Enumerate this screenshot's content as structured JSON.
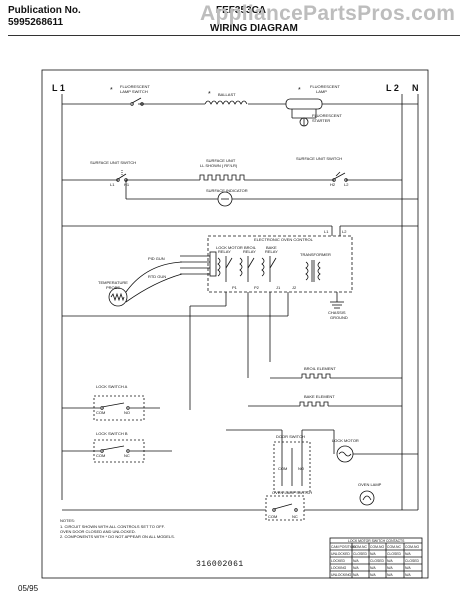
{
  "header": {
    "publication_label": "Publication No.",
    "publication_number": "5995268611",
    "model": "FEF353CA",
    "title": "WIRING DIAGRAM",
    "watermark": "AppliancePartsPros.com"
  },
  "lines": {
    "l1": "L 1",
    "l2": "L 2",
    "n": "N"
  },
  "labels": {
    "fluorescent_lamp_switch_1": "FLUORESCENT",
    "fluorescent_lamp_switch_2": "LAMP SWITCH",
    "ballast": "BALLAST",
    "fluorescent_lamp_1": "FLUORESCENT",
    "fluorescent_lamp_2": "LAMP",
    "fluorescent_starter_1": "FLUORESCENT",
    "fluorescent_starter_2": "STARTER",
    "surface_unit_switch_left": "SURFACE UNIT SWITCH",
    "surface_unit_center_1": "SURFACE UNIT",
    "surface_unit_center_2": "LL SHOWN  (  RF/LR)",
    "surface_unit_switch_right": "SURFACE UNIT SWITCH",
    "surface_indicator": "SURFACE INDICATOR",
    "electronic_oven_control": "ELECTRONIC OVEN CONTROL",
    "lock_motor_relay": "LOCK MOTOR",
    "broil_relay": "BROIL",
    "bake_relay": "BAKE",
    "relay_word": "RELAY",
    "transformer": "TRANSFORMER",
    "temperature_probe_1": "TEMPERATURE",
    "temperature_probe_2": "PROBE",
    "pid_gun": "PID GUN",
    "rtd_gun": "RTD GUN",
    "chassis_ground_1": "CHASSIS",
    "chassis_ground_2": "GROUND",
    "broil_element": "BROIL ELEMENT",
    "bake_element": "BAKE ELEMENT",
    "lock_switch_a": "LOCK SWITCH A",
    "lock_switch_b": "LOCK SWITCH B",
    "com": "COM",
    "nc": "NC",
    "no": "NO",
    "door_switch": "DOOR SWITCH",
    "lock_motor": "LOCK MOTOR",
    "oven_lamp": "OVEN LAMP",
    "oven_lamp_switch": "OVEN LAMP SWITCH",
    "terminal_l1": "L1",
    "terminal_h1": "H1",
    "terminal_l2": "L2",
    "terminal_h2": "H2",
    "pin_l1": "L1",
    "pin_l2": "L2",
    "pin_p1": "P1",
    "pin_p2": "P2",
    "pin_j1": "J1",
    "pin_j2": "J2"
  },
  "notes": {
    "title": "NOTES:",
    "line1": "1.  CIRCUIT SHOWN WITH ALL CONTROLS SET TO OFF.",
    "line2": "    OVEN DOOR CLOSED AND UNLOCKED.",
    "line3": "2.  COMPONENTS WITH  *  DO NOT APPEAR ON ALL MODELS."
  },
  "lock_table": {
    "title": "LOCK MOTOR SWITCH CONTACTS",
    "col_headers": [
      "CAM POSITION",
      "COM-NC",
      "COM-NO",
      "COM-NC",
      "COM-NO"
    ],
    "rows": [
      [
        "UNLOCKED",
        "CLOSED",
        "N/A",
        "CLOSED",
        "N/A"
      ],
      [
        "LOCKED",
        "N/A",
        "CLOSED",
        "N/A",
        "CLOSED"
      ],
      [
        "LOCKING",
        "N/A",
        "N/A",
        "N/A",
        "N/A"
      ],
      [
        "UNLOCKING",
        "N/A",
        "N/A",
        "N/A",
        "N/A"
      ]
    ]
  },
  "footer": {
    "part_number": "316002061",
    "date": "05/95"
  }
}
